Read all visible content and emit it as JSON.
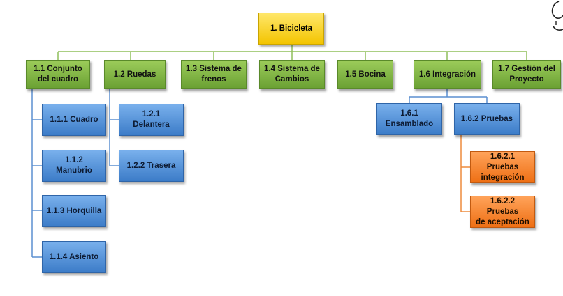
{
  "root": {
    "label": "1. Bicicleta"
  },
  "level1": [
    {
      "label": "1.1 Conjunto\ndel cuadro"
    },
    {
      "label": "1.2 Ruedas"
    },
    {
      "label": "1.3 Sistema de\nfrenos"
    },
    {
      "label": "1.4 Sistema de\nCambios"
    },
    {
      "label": "1.5 Bocina"
    },
    {
      "label": "1.6 Integración"
    },
    {
      "label": "1.7 Gestión del\nProyecto"
    }
  ],
  "cuadro_children": [
    {
      "label": "1.1.1 Cuadro"
    },
    {
      "label": "1.1.2 Manubrio"
    },
    {
      "label": "1.1.3 Horquilla"
    },
    {
      "label": "1.1.4 Asiento"
    }
  ],
  "ruedas_children": [
    {
      "label": "1.2.1 Delantera"
    },
    {
      "label": "1.2.2 Trasera"
    }
  ],
  "integracion_children": [
    {
      "label": "1.6.1\nEnsamblado"
    },
    {
      "label": "1.6.2 Pruebas"
    }
  ],
  "pruebas_children": [
    {
      "label": "1.6.2.1 Pruebas\nintegración"
    },
    {
      "label": "1.6.2.2 Pruebas\nde aceptación"
    }
  ],
  "colors": {
    "root": "#f3c400",
    "level1": "#6aa033",
    "level2": "#3c7cc8",
    "level3": "#ee6f14",
    "connector": "#8fbf5a",
    "connector_blue": "#5b8fd0",
    "connector_orange": "#ee8a3c"
  }
}
